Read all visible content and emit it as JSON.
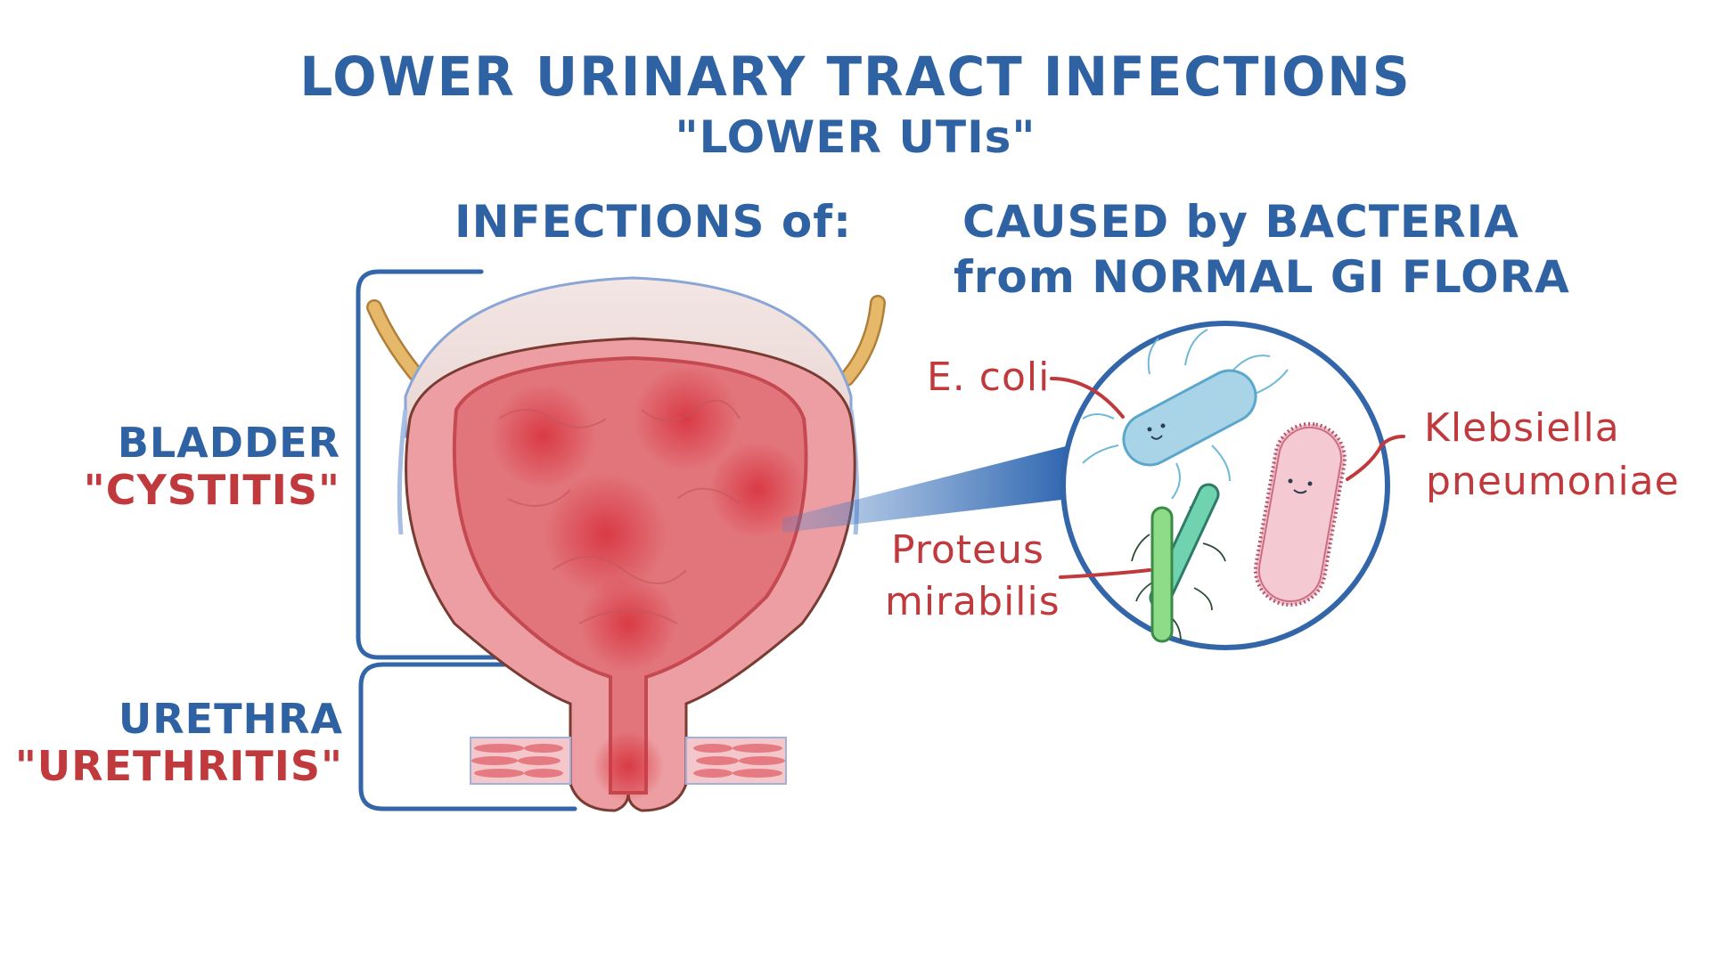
{
  "header": {
    "title": "LOWER URINARY TRACT INFECTIONS",
    "subtitle": "\"LOWER UTIs\""
  },
  "left_section": {
    "heading": "INFECTIONS of:",
    "sites": [
      {
        "organ": "BLADDER",
        "condition": "\"CYSTITIS\""
      },
      {
        "organ": "URETHRA",
        "condition": "\"URETHRITIS\""
      }
    ]
  },
  "right_section": {
    "heading_line1": "CAUSED by BACTERIA",
    "heading_line2": "from NORMAL GI FLORA",
    "bacteria": [
      {
        "name": "E. coli",
        "color": "#a9d4e8"
      },
      {
        "name_line1": "Proteus",
        "name_line2": "mirabilis",
        "color": "#7fd08a"
      },
      {
        "name_line1": "Klebsiella",
        "name_line2": "pneumoniae",
        "color": "#f1b7c2"
      }
    ]
  },
  "colors": {
    "heading_blue": "#2f62a3",
    "label_red": "#c0393c",
    "bracket_blue": "#3366a8",
    "bladder_wall": "#e98a8f",
    "inflammation": "#d93a3f"
  }
}
